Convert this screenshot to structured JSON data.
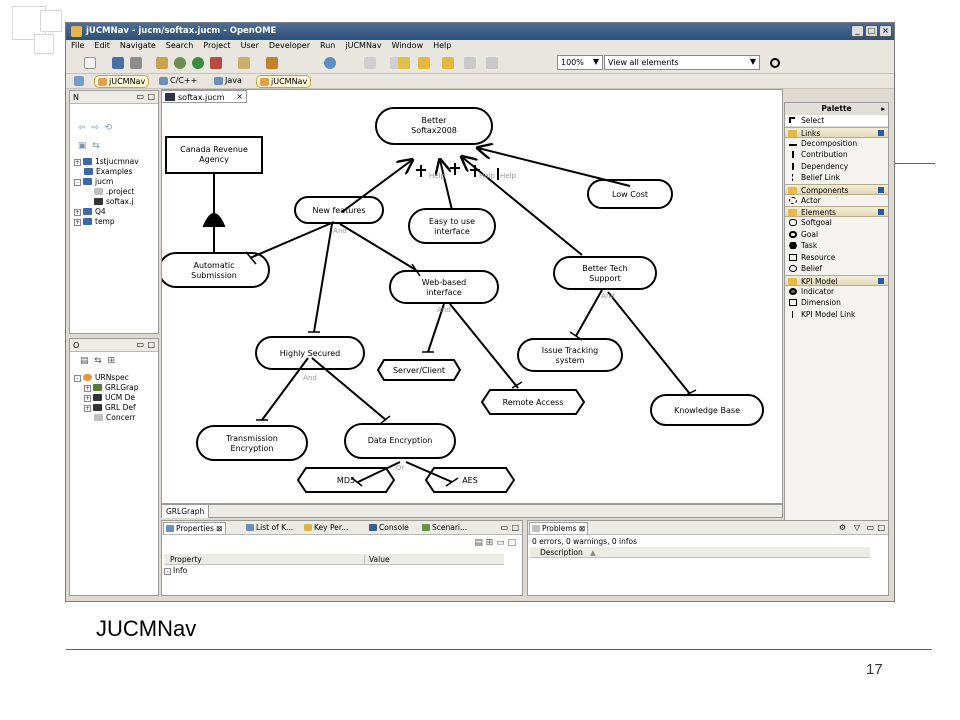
{
  "slide": {
    "title": "JUCMNav",
    "page_number": "17"
  },
  "window": {
    "title": "jUCMNav - jucm/softax.jucm - OpenOME"
  },
  "menu": [
    "File",
    "Edit",
    "Navigate",
    "Search",
    "Project",
    "User",
    "Developer",
    "Run",
    "jUCMNav",
    "Window",
    "Help"
  ],
  "toolbar": {
    "zoom": "100%",
    "view": "View all elements"
  },
  "perspectives": [
    "jUCMNav",
    "C/C++",
    "Java",
    "jUCMNav"
  ],
  "editor_tab": "softax.jucm",
  "navigator": {
    "tab": "N",
    "items": [
      "1stjucmnav",
      "Examples",
      "jucm",
      ".project",
      "softax.j",
      "Q4",
      "temp"
    ]
  },
  "outline": {
    "tab": "O",
    "items": [
      "URNspec",
      "GRLGrap",
      "UCM De",
      "GRL Def",
      "Concerr"
    ]
  },
  "palette": {
    "title": "Palette",
    "select": "Select",
    "drawers": [
      {
        "label": "Links",
        "items": [
          "Decomposition",
          "Contribution",
          "Dependency",
          "Belief Link"
        ]
      },
      {
        "label": "Components",
        "items": [
          "Actor"
        ]
      },
      {
        "label": "Elements",
        "items": [
          "Softgoal",
          "Goal",
          "Task",
          "Resource",
          "Belief"
        ]
      },
      {
        "label": "KPI Model",
        "items": [
          "Indicator",
          "Dimension",
          "KPI Model Link"
        ]
      }
    ]
  },
  "diagram": {
    "nodes": {
      "better_softax": [
        "Better",
        "Softax2008"
      ],
      "canada_revenue": [
        "Canada Revenue",
        "Agency"
      ],
      "new_features": [
        "New features"
      ],
      "easy_to_use": [
        "Easy to use",
        "interface"
      ],
      "low_cost": [
        "Low Cost"
      ],
      "automatic_submission": [
        "Automatic",
        "Submission"
      ],
      "web_based": [
        "Web-based",
        "interface"
      ],
      "better_tech": [
        "Better Tech",
        "Support"
      ],
      "highly_secured": [
        "Highly Secured"
      ],
      "server_client": [
        "Server/Client"
      ],
      "issue_tracking": [
        "Issue Tracking",
        "system"
      ],
      "remote_access": [
        "Remote Access"
      ],
      "knowledge_base": [
        "Knowledge Base"
      ],
      "transmission": [
        "Transmission",
        "Encryption"
      ],
      "data_encryption": [
        "Data Encryption"
      ],
      "md5": [
        "MD5"
      ],
      "aes": [
        "AES"
      ]
    },
    "and_label": "And",
    "or_label": "Or",
    "contribution_labels": [
      "Help",
      "Help",
      "Help"
    ],
    "bottom_tab": "GRLGraph"
  },
  "bottom_left": {
    "tabs": [
      "Properties",
      "List of K...",
      "Key Per...",
      "Console",
      "Scenari..."
    ],
    "columns": [
      "Property",
      "Value"
    ],
    "rows": [
      "Info"
    ]
  },
  "bottom_right": {
    "tab": "Problems",
    "summary": "0 errors, 0 warnings, 0 infos",
    "column": "Description"
  },
  "colors": {
    "titlebar": "#3b5f8a",
    "chrome": "#dedad2",
    "slide_line": "#c0392b",
    "folder": "#e8b84a"
  }
}
